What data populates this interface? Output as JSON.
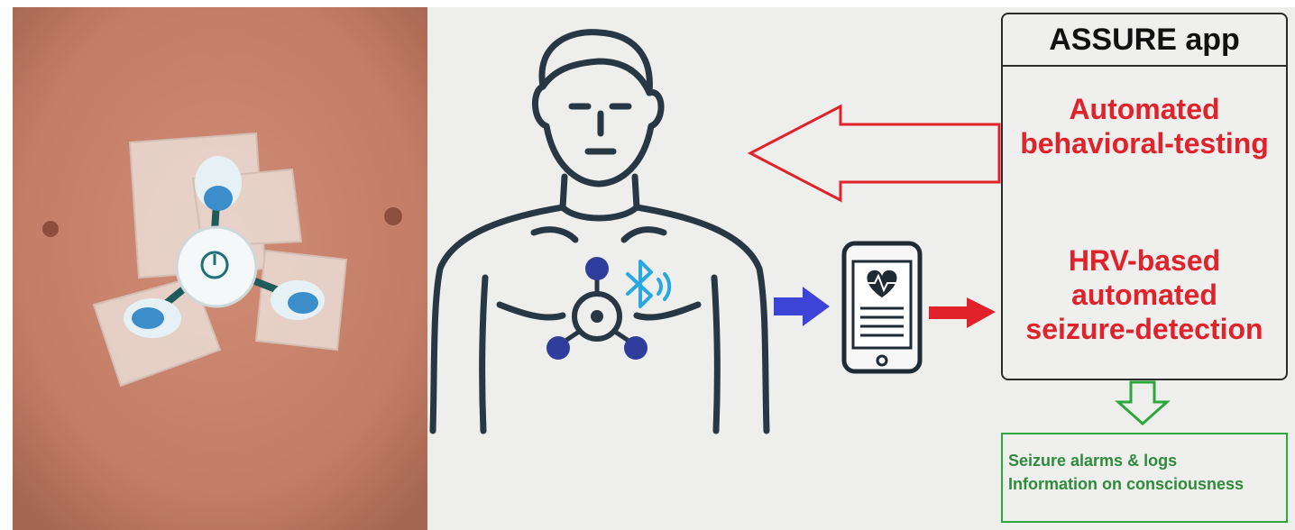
{
  "app": {
    "title": "ASSURE app",
    "text_top_1": "Automated",
    "text_top_2": "behavioral-testing",
    "text_bottom_1": "HRV-based",
    "text_bottom_2": "automated",
    "text_bottom_3": "seizure-detection"
  },
  "output": {
    "line1": "Seizure alarms & logs",
    "line2": "Information on consciousness"
  },
  "colors": {
    "red_text": "#e0222a",
    "green_box": "#2aa83c",
    "blue_arrow": "#3b44d6",
    "sensor_blue": "#2f3d9c",
    "bluetooth": "#29a7e1"
  }
}
